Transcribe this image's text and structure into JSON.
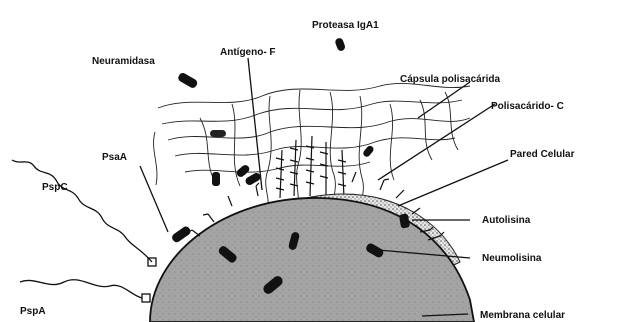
{
  "labels": {
    "proteasa": "Proteasa IgA1",
    "neuraminidasa": "Neuramidasa",
    "antigeno_f": "Antígeno- F",
    "capsula": "Cápsula polisacárida",
    "polisacarido_c": "Polisacárido- C",
    "pared": "Pared Celular",
    "psaa": "PsaA",
    "pspc": "PspC",
    "autolisina": "Autolisina",
    "neumolisina": "Neumolisina",
    "pspa": "PspA",
    "membrana": "Membrana celular"
  },
  "colors": {
    "ink": "#111111",
    "cell_fill": "#9a9a9a",
    "wall_fill": "#d8d8d8",
    "background": "#ffffff"
  }
}
